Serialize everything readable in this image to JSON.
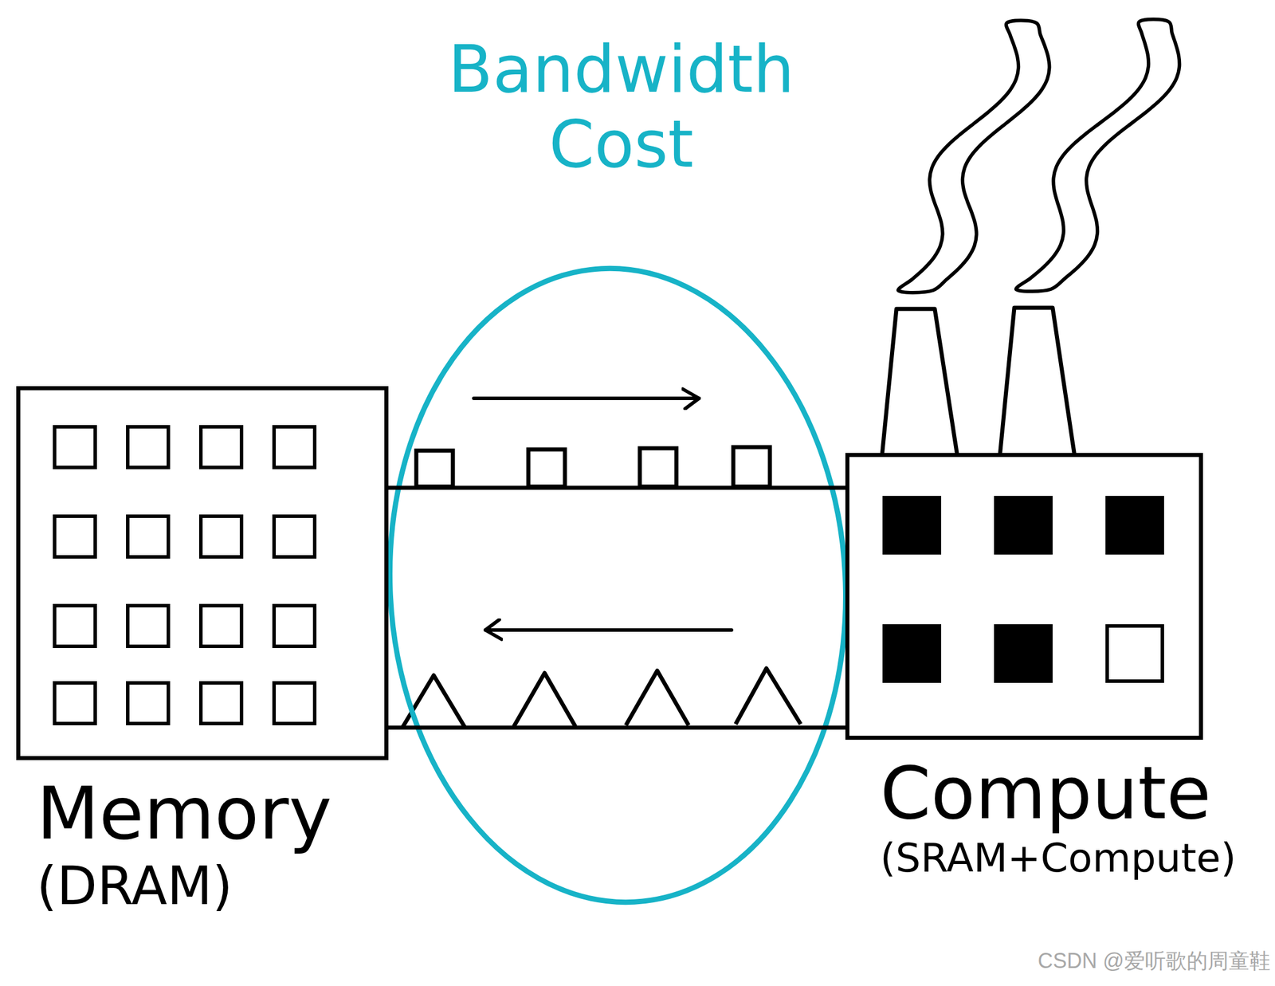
{
  "diagram": {
    "nodes": [
      {
        "text": [
          "Memory",
          "(DRAM)"
        ]
      },
      {
        "text": [
          "Compute",
          "(SRAM+Compute)"
        ]
      }
    ],
    "edges": [
      {
        "from": 0,
        "to": 1,
        "arrow": "to"
      },
      {
        "from": 1,
        "to": 0,
        "arrow": "to"
      }
    ],
    "labels": [
      "Bandwidth Cost",
      "CSDN @爱听歌的周童鞋"
    ]
  }
}
